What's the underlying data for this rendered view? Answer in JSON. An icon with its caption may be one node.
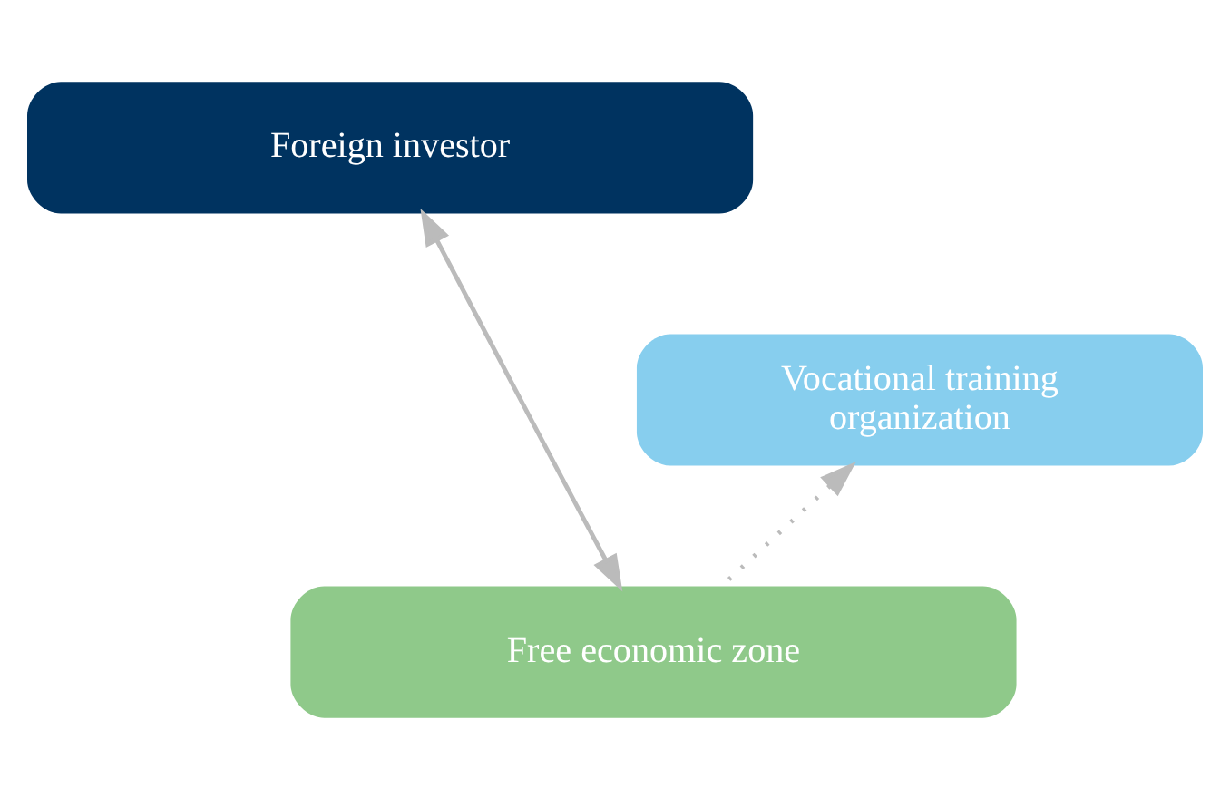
{
  "diagram": {
    "nodes": [
      {
        "text": [
          "Foreign investor"
        ]
      },
      {
        "text": [
          "Vocational training organization"
        ]
      },
      {
        "text": [
          "Free economic zone"
        ]
      }
    ],
    "edges": [
      {
        "from": 0,
        "to": 2,
        "arrow": "both"
      },
      {
        "from": 2,
        "to": 1,
        "arrow": "to",
        "style": "dashed"
      }
    ]
  }
}
